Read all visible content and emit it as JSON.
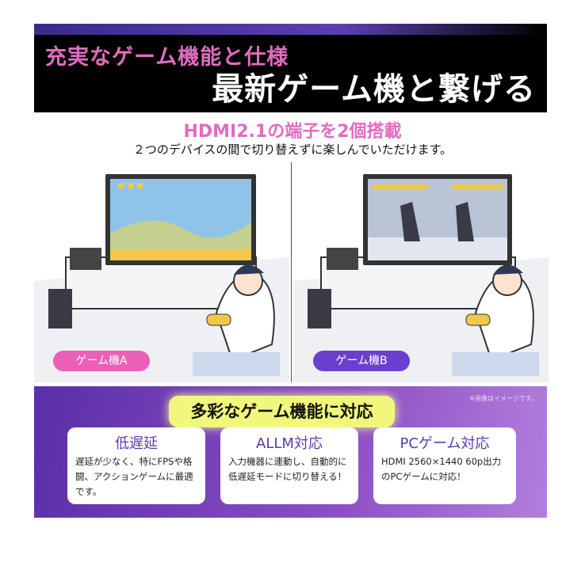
{
  "header": {
    "tagline": "充実なゲーム機能と仕様",
    "title": "最新ゲーム機と繋げる"
  },
  "feature": {
    "headline": "HDMI2.1の端子を2個搭載",
    "description": "２つのデバイスの間で切り替えずに楽しんでいただけます。"
  },
  "scenes": [
    {
      "label": "ゲーム機A",
      "color": "#ec5fb8"
    },
    {
      "label": "ゲーム機B",
      "color": "#6a3fd0"
    }
  ],
  "panel": {
    "title": "多彩なゲーム機能に対応",
    "note": "※画像はイメージです。",
    "cards": [
      {
        "title": "低遅延",
        "text": "遅延が少なく、特にFPSや格闘、アクションゲームに最適です。"
      },
      {
        "title": "ALLM対応",
        "text": "入力機器に連動し、自動的に低遅延モードに切り替える！"
      },
      {
        "title": "PCゲーム対応",
        "text": "HDMI 2560×1440 60p出力のPCゲームに対応！"
      }
    ]
  },
  "colors": {
    "pink": "#e06cbf",
    "purple": "#6a3fd0",
    "yellow": "#f1f77a"
  }
}
